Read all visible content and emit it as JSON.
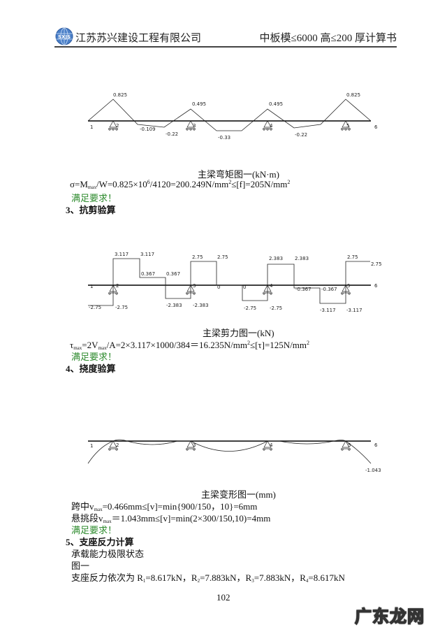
{
  "header": {
    "logo_text": "SXJS",
    "company": "江苏苏兴建设工程有限公司",
    "doc_title": "中板模≤6000 高≤200 厚计算书"
  },
  "moment_section": {
    "caption": "主梁弯矩图一(kN·m)",
    "formula": {
      "p1": "σ=M",
      "sub": "max",
      "p2": "/W=0.825×10",
      "sup1": "6",
      "p3": "/4120=200.249N/mm",
      "sup2": "2",
      "p4": "≤[f]=205N/mm",
      "sup3": "2"
    },
    "ok": "满足要求！"
  },
  "shear_heading": "3、抗剪验算",
  "shear_section": {
    "caption": "主梁剪力图一(kN)",
    "formula": {
      "p1": "τ",
      "sub1": "max",
      "p2": "=2V",
      "sub2": "max",
      "p3": "/A=2×3.117×1000/384＝16.235N/mm",
      "sup1": "2",
      "p4": "≤[τ]=125N/mm",
      "sup2": "2"
    },
    "ok": "满足要求！"
  },
  "deflection_heading": "4、挠度验算",
  "deflection_section": {
    "caption": "主梁变形图一(mm)",
    "line1": {
      "p1": "跨中v",
      "sub": "max",
      "p2": "=0.466mm≤[v]=min{900/150，10}=6mm"
    },
    "line2": {
      "p1": "悬挑段v",
      "sub": "max",
      "p2": "＝1.043mm≤[v]=min(2×300/150,10)=4mm"
    },
    "ok": "满足要求！"
  },
  "reaction_heading": "5、支座反力计算",
  "reaction_section": {
    "state": "承载能力极限状态",
    "figure": "图一",
    "text": {
      "p0": "支座反力依次为 R",
      "s1": "1",
      "p1": "=8.617kN，R",
      "s2": "2",
      "p2": "=7.883kN，R",
      "s3": "3",
      "p3": "=7.883kN，R",
      "s4": "4",
      "p4": "=8.617kN"
    }
  },
  "page_number": "102",
  "watermark": "广东龙网",
  "chart_data": [
    {
      "type": "line",
      "title": "主梁弯矩图一(kN·m)",
      "node_labels": [
        "1",
        "2",
        "3",
        "4",
        "5",
        "6"
      ],
      "supports": [
        "2",
        "3",
        "4",
        "5"
      ],
      "labels": [
        "0.825",
        "-0.109",
        "-0.22",
        "0.495",
        "-0.33",
        "0.495",
        "-0.22",
        "0.825"
      ],
      "points": [
        {
          "x": "1",
          "y": 0
        },
        {
          "x": "2",
          "y": 0.825
        },
        {
          "x": "span2-3",
          "y": -0.109
        },
        {
          "x": "span2-3",
          "y": -0.22
        },
        {
          "x": "3",
          "y": 0.495
        },
        {
          "x": "span3-4",
          "y": -0.33
        },
        {
          "x": "span3-4",
          "y": -0.33
        },
        {
          "x": "4",
          "y": 0.495
        },
        {
          "x": "span4-5",
          "y": -0.22
        },
        {
          "x": "span4-5",
          "y": -0.109
        },
        {
          "x": "5",
          "y": 0.825
        },
        {
          "x": "6",
          "y": 0
        }
      ]
    },
    {
      "type": "line",
      "title": "主梁剪力图一(kN)",
      "node_labels": [
        "1",
        "2",
        "3",
        "4",
        "5",
        "6"
      ],
      "supports": [
        "2",
        "3",
        "4",
        "5"
      ],
      "labels": [
        "-2.75",
        "-2.75",
        "3.117",
        "3.117",
        "0.367",
        "0.367",
        "-2.383",
        "-2.383",
        "2.75",
        "2.75",
        "0",
        "0",
        "-2.75",
        "-2.75",
        "2.383",
        "2.383",
        "-0.367",
        "-0.367",
        "-3.117",
        "-3.117",
        "2.75",
        "2.75"
      ],
      "segments": [
        {
          "range": "1-2",
          "start": -2.75,
          "end": -2.75
        },
        {
          "range": "2-mid",
          "start": 3.117,
          "end": 3.117
        },
        {
          "range": "mid-(2-3)",
          "start": 0.367,
          "end": 0.367
        },
        {
          "range": "-3",
          "start": -2.383,
          "end": -2.383
        },
        {
          "range": "3-mid",
          "start": 2.75,
          "end": 2.75
        },
        {
          "range": "mid-(3-4)",
          "start": 0,
          "end": 0
        },
        {
          "range": "-4",
          "start": -2.75,
          "end": -2.75
        },
        {
          "range": "4-mid",
          "start": 2.383,
          "end": 2.383
        },
        {
          "range": "mid-(4-5)",
          "start": -0.367,
          "end": -0.367
        },
        {
          "range": "-5",
          "start": -3.117,
          "end": -3.117
        },
        {
          "range": "5-6",
          "start": 2.75,
          "end": 2.75
        }
      ]
    },
    {
      "type": "line",
      "title": "主梁变形图一(mm)",
      "node_labels": [
        "1",
        "2",
        "3",
        "4",
        "5",
        "6"
      ],
      "supports": [
        "2",
        "3",
        "4",
        "5"
      ],
      "labels": [
        "-1.043"
      ],
      "notes": "Cantilever ends deflect down; max cantilever deflection -1.043 mm at node 6; mid-span max 0.466 mm"
    }
  ]
}
